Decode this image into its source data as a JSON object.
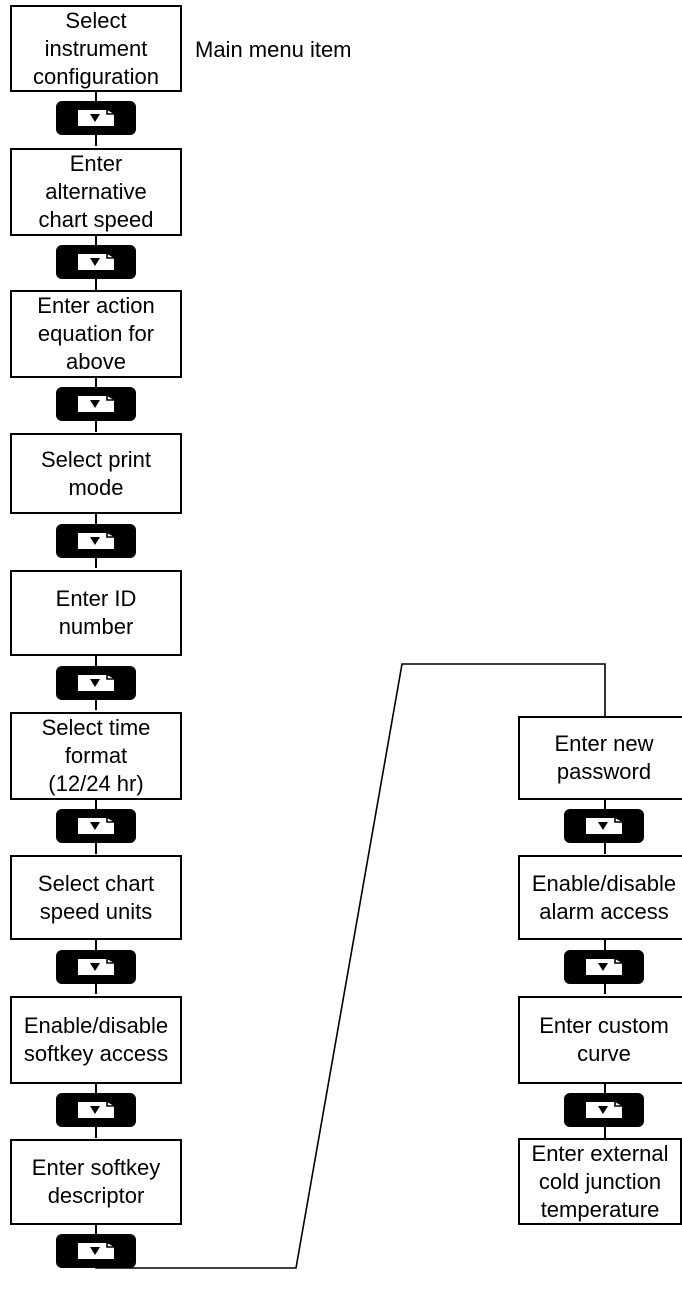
{
  "annotation": "Main menu item",
  "left_column": [
    "Select\ninstrument\nconfiguration",
    "Enter\nalternative\nchart speed",
    "Enter action\nequation for\nabove",
    "Select print\nmode",
    "Enter ID\nnumber",
    "Select time\nformat\n(12/24 hr)",
    "Select chart\nspeed units",
    "Enable/disable\nsoftkey access",
    "Enter softkey\ndescriptor"
  ],
  "right_column": [
    "Enter new\npassword",
    "Enable/disable\nalarm access",
    "Enter custom\ncurve",
    "Enter external\ncold junction\ntemperature"
  ],
  "icons": {
    "next_key": "down-arrow-page-key-icon"
  }
}
